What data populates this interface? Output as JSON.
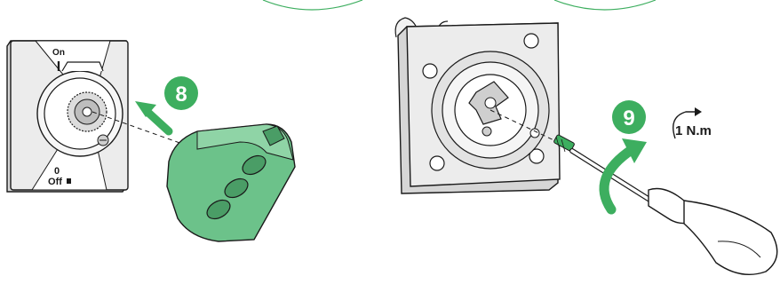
{
  "steps": [
    {
      "number": "8",
      "badge_color": "#3dae5f"
    },
    {
      "number": "9",
      "badge_color": "#3dae5f"
    }
  ],
  "switch_labels": {
    "on_word": "On",
    "on_symbol": "I",
    "off_symbol": "0",
    "off_word": "Off"
  },
  "torque": "1 N.m",
  "colors": {
    "accent_green": "#3dae5f",
    "handle_green": "#6cc28a",
    "handle_green_dark": "#4a9d66",
    "outline": "#1a1a1a",
    "panel_gray": "#e6e6e6"
  }
}
